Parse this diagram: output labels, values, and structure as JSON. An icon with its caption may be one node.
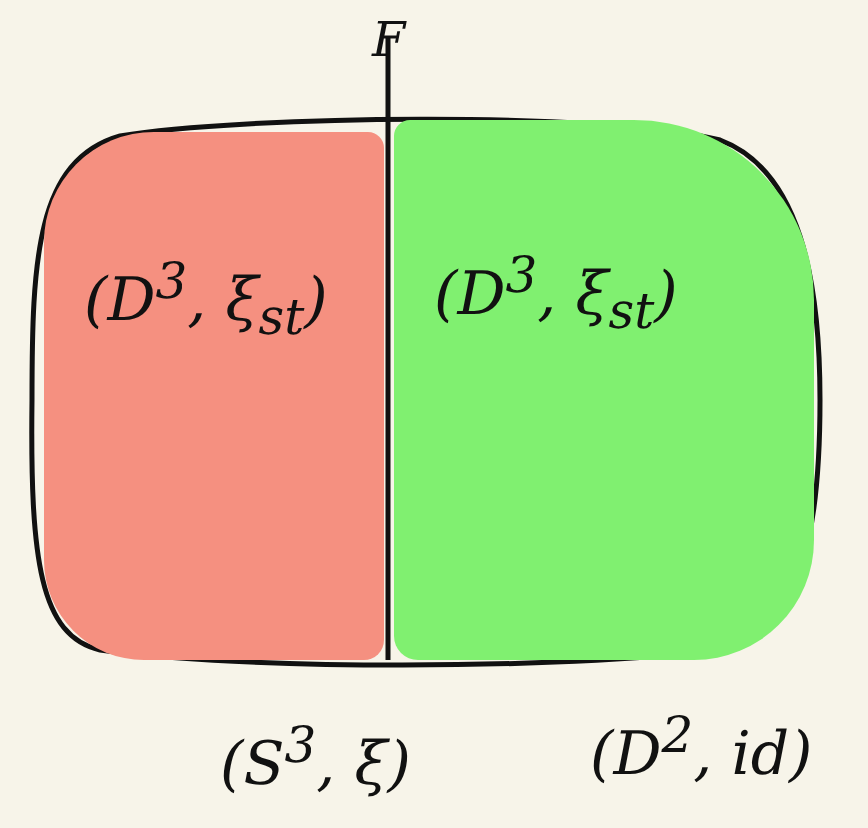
{
  "diagram": {
    "nodes": [
      {
        "text": [
          "(D$^{3}$, ξ$_{st}$)"
        ]
      },
      {
        "text": [
          "(D$^{3}$, ξ$_{st}$)"
        ]
      }
    ],
    "labels": [
      "F",
      "(S$^{3}$, ξ)",
      "(D$^{2}$, id)"
    ]
  }
}
